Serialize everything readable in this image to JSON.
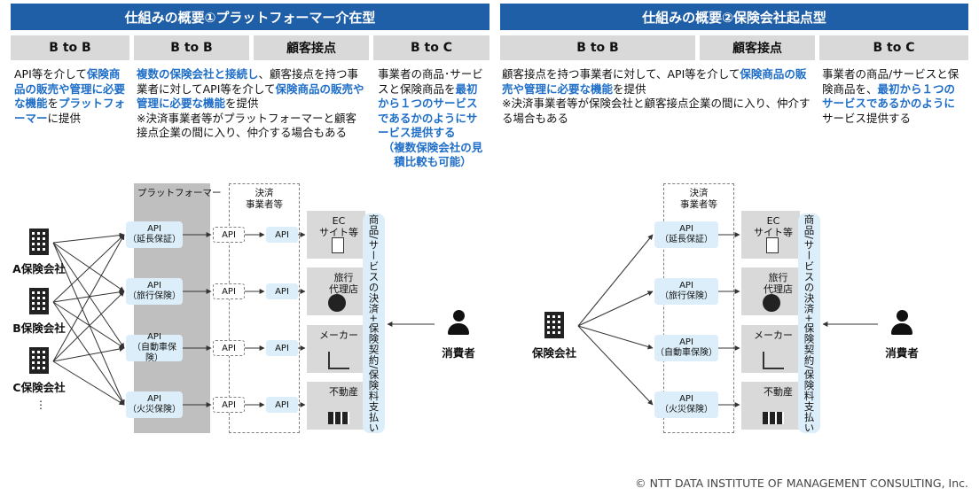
{
  "left": {
    "title": "仕組みの概要①プラットフォーマー介在型",
    "headers": [
      "B to B",
      "B to B",
      "顧客接点",
      "B to C"
    ],
    "col1": [
      {
        "t": "API等を介して",
        "b": false
      },
      {
        "t": "保険商品の販売や管理に必要な機能",
        "b": true
      },
      {
        "t": "を",
        "b": false
      },
      {
        "t": "プラットフォーマー",
        "b": true
      },
      {
        "t": "に提供",
        "b": false
      }
    ],
    "col2": [
      {
        "t": "複数の保険会社と接続し",
        "b": true
      },
      {
        "t": "、顧客接点を持つ事業者に対してAPI等を介して",
        "b": false
      },
      {
        "t": "保険商品の販売や管理に必要な機能",
        "b": true
      },
      {
        "t": "を提供",
        "b": false
      }
    ],
    "col2_note": "※決済事業者等がプラットフォーマーと顧客接点企業の間に入り、仲介する場合もある",
    "col4": [
      {
        "t": "事業者の商品･サービスと保険商品を",
        "b": false
      },
      {
        "t": "最初から１つのサービスであるかのようにサービス提供する",
        "b": true
      }
    ],
    "col4_note": "（複数保険会社の見積比較も可能）",
    "insurers": [
      "A保険会社",
      "B保険会社",
      "C保険会社"
    ],
    "ellipsis": "⋮",
    "platformer_label": "プラットフォーマー",
    "payment_label": "決済\n事業者等",
    "apis": [
      {
        "name": "API",
        "sub": "（延長保証）"
      },
      {
        "name": "API",
        "sub": "（旅行保険）"
      },
      {
        "name": "API",
        "sub": "（自動車保険）"
      },
      {
        "name": "API",
        "sub": "（火災保険）"
      }
    ],
    "small_api": "API",
    "businesses": [
      "EC\nサイト等",
      "旅行\n代理店",
      "メーカー",
      "不動産"
    ],
    "vertical_text": "商品/サービスの決済+保険契約/保険料支払い",
    "consumer": "消費者"
  },
  "right": {
    "title": "仕組みの概要②保険会社起点型",
    "headers": [
      "B to B",
      "顧客接点",
      "B to C"
    ],
    "col1": [
      {
        "t": "顧客接点を持つ事業者に対して、API等を介して",
        "b": false
      },
      {
        "t": "保険商品の販売や管理に必要な機能",
        "b": true
      },
      {
        "t": "を提供",
        "b": false
      }
    ],
    "col1_note": "※決済事業者等が保険会社と顧客接点企業の間に入り、仲介する場合もある",
    "col3": [
      {
        "t": "事業者の商品/サービスと保険商品を、",
        "b": false
      },
      {
        "t": "最初から１つのサービスであるかのように",
        "b": true
      },
      {
        "t": "サービス提供する",
        "b": false
      }
    ],
    "insurer": "保険会社",
    "payment_label": "決済\n事業者等",
    "apis": [
      {
        "name": "API",
        "sub": "（延長保証）"
      },
      {
        "name": "API",
        "sub": "（旅行保険）"
      },
      {
        "name": "API",
        "sub": "（自動車保険）"
      },
      {
        "name": "API",
        "sub": "（火災保険）"
      }
    ],
    "businesses": [
      "EC\nサイト等",
      "旅行\n代理店",
      "メーカー",
      "不動産"
    ],
    "vertical_text": "商品/サービスの決済+保険契約/保険料支払い",
    "consumer": "消費者"
  },
  "copyright": "© NTT DATA INSTITUTE OF MANAGEMENT CONSULTING, Inc.",
  "colors": {
    "title_bar": "#1f5fa8",
    "highlight": "#1f6ec8",
    "api_bg": "#dbeef9",
    "header_bg": "#d9d9d9"
  }
}
